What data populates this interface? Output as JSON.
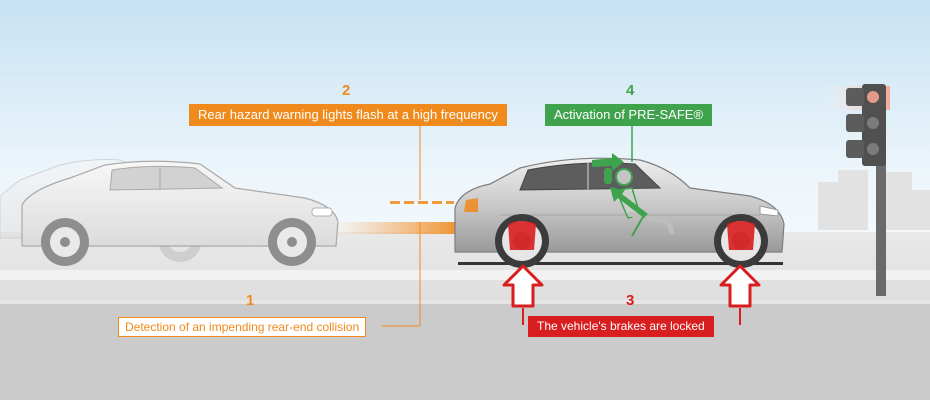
{
  "steps": [
    {
      "number": "1",
      "label": "Detection of an impending rear-end collision"
    },
    {
      "number": "2",
      "label": "Rear hazard warning lights flash at a high frequency"
    },
    {
      "number": "3",
      "label": "The vehicle's brakes are locked"
    },
    {
      "number": "4",
      "label": "Activation of PRE-SAFE®"
    }
  ],
  "colors": {
    "orange": "#f08a1c",
    "green": "#3fa34d",
    "red": "#d81e1e",
    "sky_top": "#c6e2f3",
    "road": "#d8d8d8"
  },
  "icons": [
    "car-icon",
    "traffic-light-icon",
    "up-arrow-icon",
    "seat-occupant-icon",
    "brake-disc-icon"
  ]
}
